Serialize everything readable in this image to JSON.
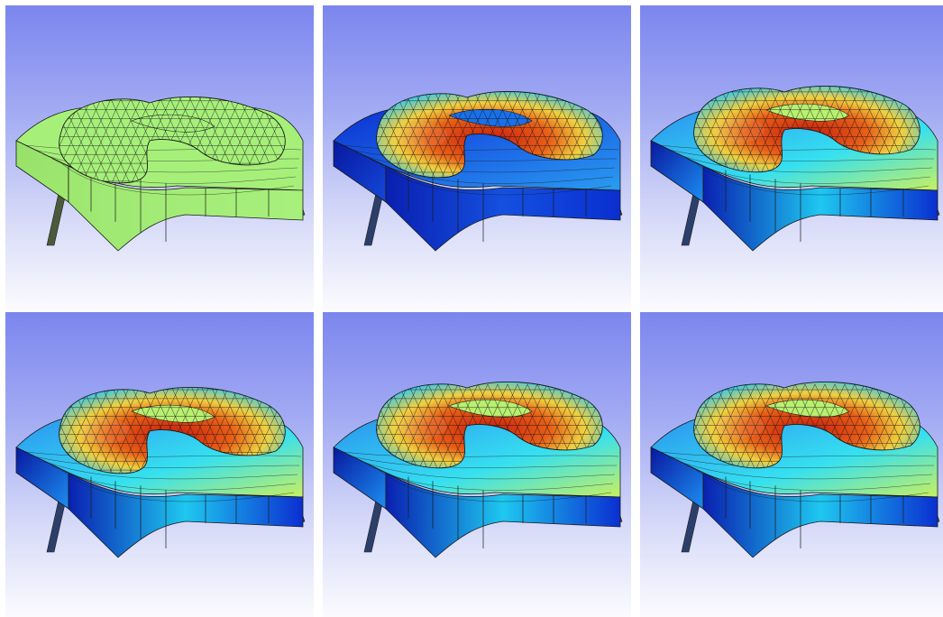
{
  "figure": {
    "panels": [
      {
        "stage": "undeformed",
        "material": "flat-green"
      },
      {
        "stage": "inflation-1",
        "material": "heatmap"
      },
      {
        "stage": "inflation-2",
        "material": "heatmap"
      },
      {
        "stage": "inflation-3",
        "material": "heatmap"
      },
      {
        "stage": "inflation-4",
        "material": "heatmap"
      },
      {
        "stage": "inflation-5",
        "material": "heatmap"
      }
    ],
    "colors": {
      "background_top": "#7b86ee",
      "background_bottom": "#fbfbfe",
      "flat_green": "#a6f07a",
      "heat_low": "#0a2fd0",
      "heat_mid": "#36e0f0",
      "heat_warm": "#f0d040",
      "heat_high": "#c81e0e"
    }
  }
}
